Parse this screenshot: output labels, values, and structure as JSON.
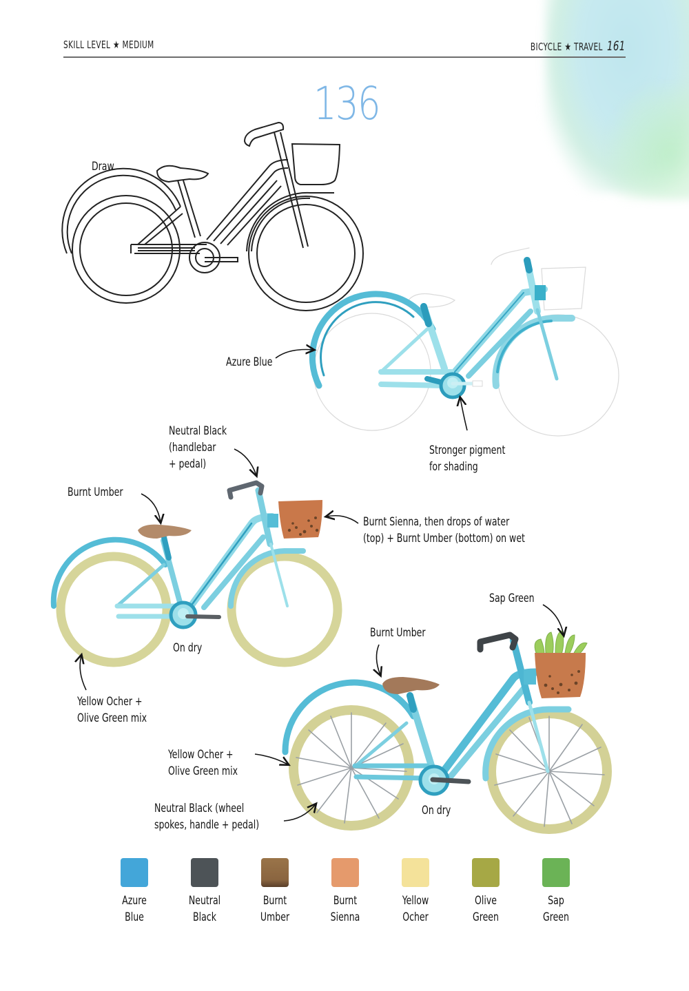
{
  "header": {
    "left": "SKILL LEVEL ★ MEDIUM",
    "right_section": "BICYCLE ★ TRAVEL",
    "page_number": "161"
  },
  "lesson": {
    "number": "136",
    "number_color": "#7fb7e6"
  },
  "steps": {
    "step1": {
      "label": "Draw"
    },
    "step2": {
      "annotations": [
        {
          "id": "azure-blue",
          "text": "Azure Blue"
        },
        {
          "id": "stronger-pigment",
          "text": "Stronger pigment\nfor shading"
        }
      ]
    },
    "step3": {
      "annotations": [
        {
          "id": "neutral-black",
          "text": "Neutral Black\n(handlebar\n+ pedal)"
        },
        {
          "id": "burnt-umber",
          "text": "Burnt Umber"
        },
        {
          "id": "burnt-sienna",
          "text": "Burnt Sienna, then drops of water\n(top) + Burnt Umber (bottom) on wet"
        },
        {
          "id": "on-dry",
          "text": "On dry"
        },
        {
          "id": "yellow-ocher-mix",
          "text": "Yellow Ocher +\nOlive Green mix"
        }
      ]
    },
    "step4": {
      "annotations": [
        {
          "id": "sap-green",
          "text": "Sap Green"
        },
        {
          "id": "burnt-umber",
          "text": "Burnt Umber"
        },
        {
          "id": "yellow-ocher-mix",
          "text": "Yellow Ocher +\nOlive Green mix"
        },
        {
          "id": "neutral-black",
          "text": "Neutral Black (wheel\nspokes, handle + pedal)"
        },
        {
          "id": "on-dry",
          "text": "On dry"
        }
      ]
    }
  },
  "palette": [
    {
      "name": "Azure\nBlue",
      "color": "#43a6d9"
    },
    {
      "name": "Neutral\nBlack",
      "color": "#4d5357"
    },
    {
      "name": "Burnt\nUmber",
      "color": "#8f6a45"
    },
    {
      "name": "Burnt\nSienna",
      "color": "#e59a6c"
    },
    {
      "name": "Yellow\nOcher",
      "color": "#f4e29a"
    },
    {
      "name": "Olive\nGreen",
      "color": "#a6a845"
    },
    {
      "name": "Sap\nGreen",
      "color": "#6bb356"
    }
  ],
  "colors": {
    "frame_light": "#9edbe6",
    "frame_dark": "#2f9fbf",
    "tire": "#d6d59a",
    "tire_dark": "#bdbb7e",
    "seat": "#b38b6a",
    "basket": "#c9784a",
    "basket_dots": "#6b4428",
    "plant": "#9ccd5c",
    "black": "#5a5f63",
    "outline": "#222222",
    "pencil": "#d8d8d8"
  }
}
